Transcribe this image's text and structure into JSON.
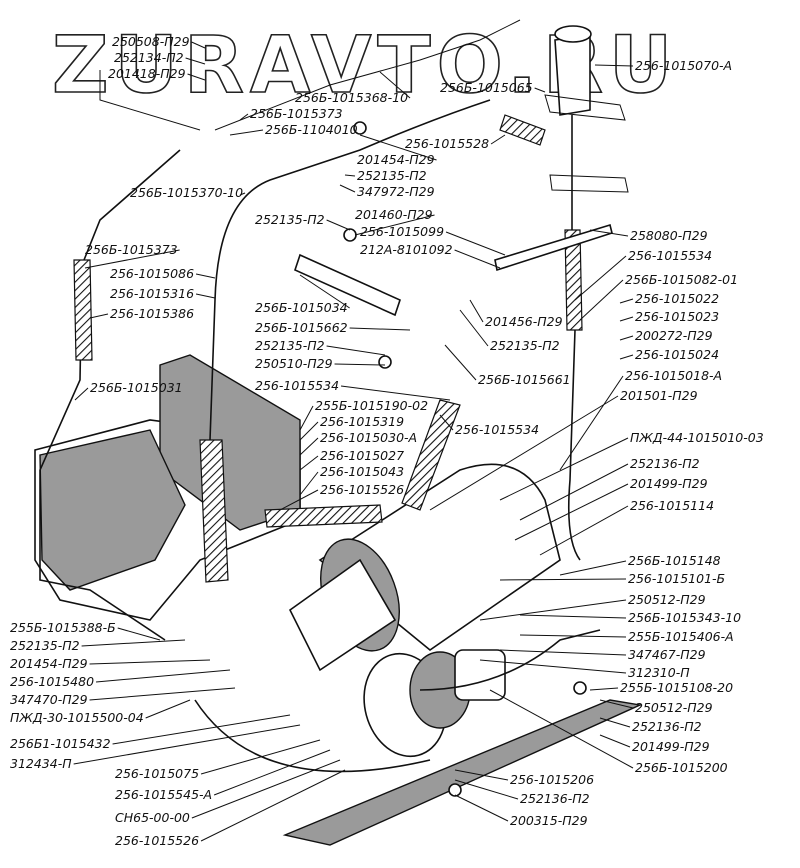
{
  "watermark": "ZURAVTO.RU",
  "labels_left": [
    "250508-П29",
    "252134-П2",
    "201418-П29",
    "256Б-1015370-10",
    "256Б-1015373",
    "256-1015086",
    "256-1015316",
    "256-1015386",
    "256Б-1015031",
    "255Б-1015388-Б",
    "252135-П2",
    "201454-П29",
    "256-1015480",
    "347470-П29",
    "ПЖД-30-1015500-04",
    "256Б1-1015432",
    "312434-П",
    "256-1015075",
    "256-1015545-А",
    "СН65-00-00",
    "256-1015526"
  ],
  "labels_center": [
    "256Б-1015368-10",
    "256Б-1015373",
    "256Б-1104010",
    "256-1015528",
    "201454-П29",
    "252135-П2",
    "347972-П29",
    "252135-П2",
    "201460-П29",
    "256-1015099",
    "212А-8101092",
    "256Б-1015034",
    "256Б-1015662",
    "252135-П2",
    "250510-П29",
    "256-1015534",
    "255Б-1015190-02",
    "256-1015319",
    "256-1015030-А",
    "256-1015027",
    "256-1015043",
    "256-1015526",
    "201456-П29",
    "252135-П2",
    "256Б-1015661",
    "256-1015534",
    "256-1015206",
    "252136-П2",
    "200315-П29"
  ],
  "labels_right": [
    "256Б-1015065",
    "256-1015070-А",
    "258080-П29",
    "256-1015534",
    "256Б-1015082-01",
    "256-1015022",
    "256-1015023",
    "200272-П29",
    "256-1015024",
    "256-1015018-А",
    "201501-П29",
    "ПЖД-44-1015010-03",
    "252136-П2",
    "201499-П29",
    "256-1015114",
    "256Б-1015148",
    "256-1015101-Б",
    "250512-П29",
    "256Б-1015343-10",
    "255Б-1015406-А",
    "347467-П29",
    "312310-П",
    "255Б-1015108-20",
    "250512-П29",
    "252136-П2",
    "201499-П29",
    "256Б-1015200"
  ]
}
